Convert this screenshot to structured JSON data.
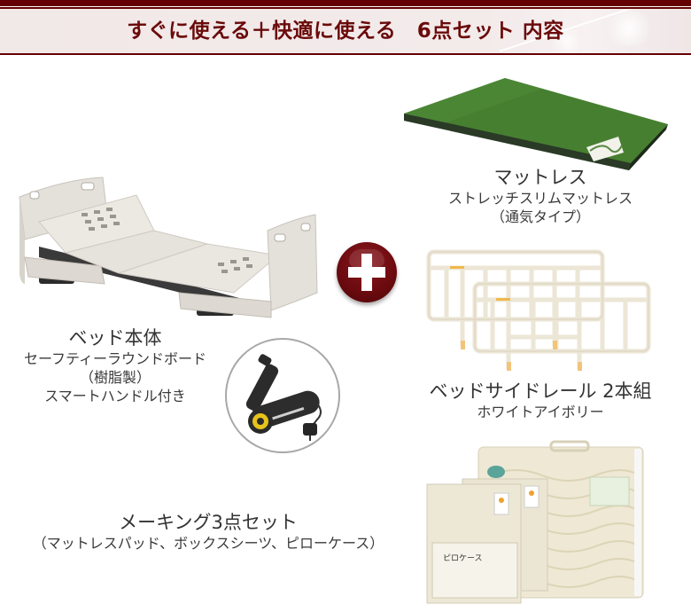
{
  "header": {
    "title": "すぐに使える＋快適に使える　6点セット 内容",
    "accent_color": "#650000",
    "band_color": "#f2e9e9",
    "title_color": "#6a0a0a"
  },
  "items": {
    "bed": {
      "title": "ベッド本体",
      "sub1": "セーフティーラウンドボード",
      "sub2": "（樹脂製）",
      "sub3": "スマートハンドル付き",
      "image": "bed-frame-image",
      "accessory_image": "smart-handle-image"
    },
    "mattress": {
      "title": "マットレス",
      "sub1": "ストレッチスリムマットレス",
      "sub2": "（通気タイプ）",
      "image": "green-mattress-image",
      "color": "#3f7d2c"
    },
    "side_rail": {
      "title": "ベッドサイドレール 2本組",
      "sub1": "ホワイトアイボリー",
      "image": "side-rail-image",
      "color": "#ece6d6"
    },
    "making_set": {
      "title": "メーキング3点セット",
      "sub1": "（マットレスパッド、ボックスシーツ、ピローケース）",
      "image": "bedding-set-image",
      "package_label": "ピロケース"
    }
  },
  "plus_icon": {
    "name": "plus-icon",
    "color": "#6d0b10"
  }
}
